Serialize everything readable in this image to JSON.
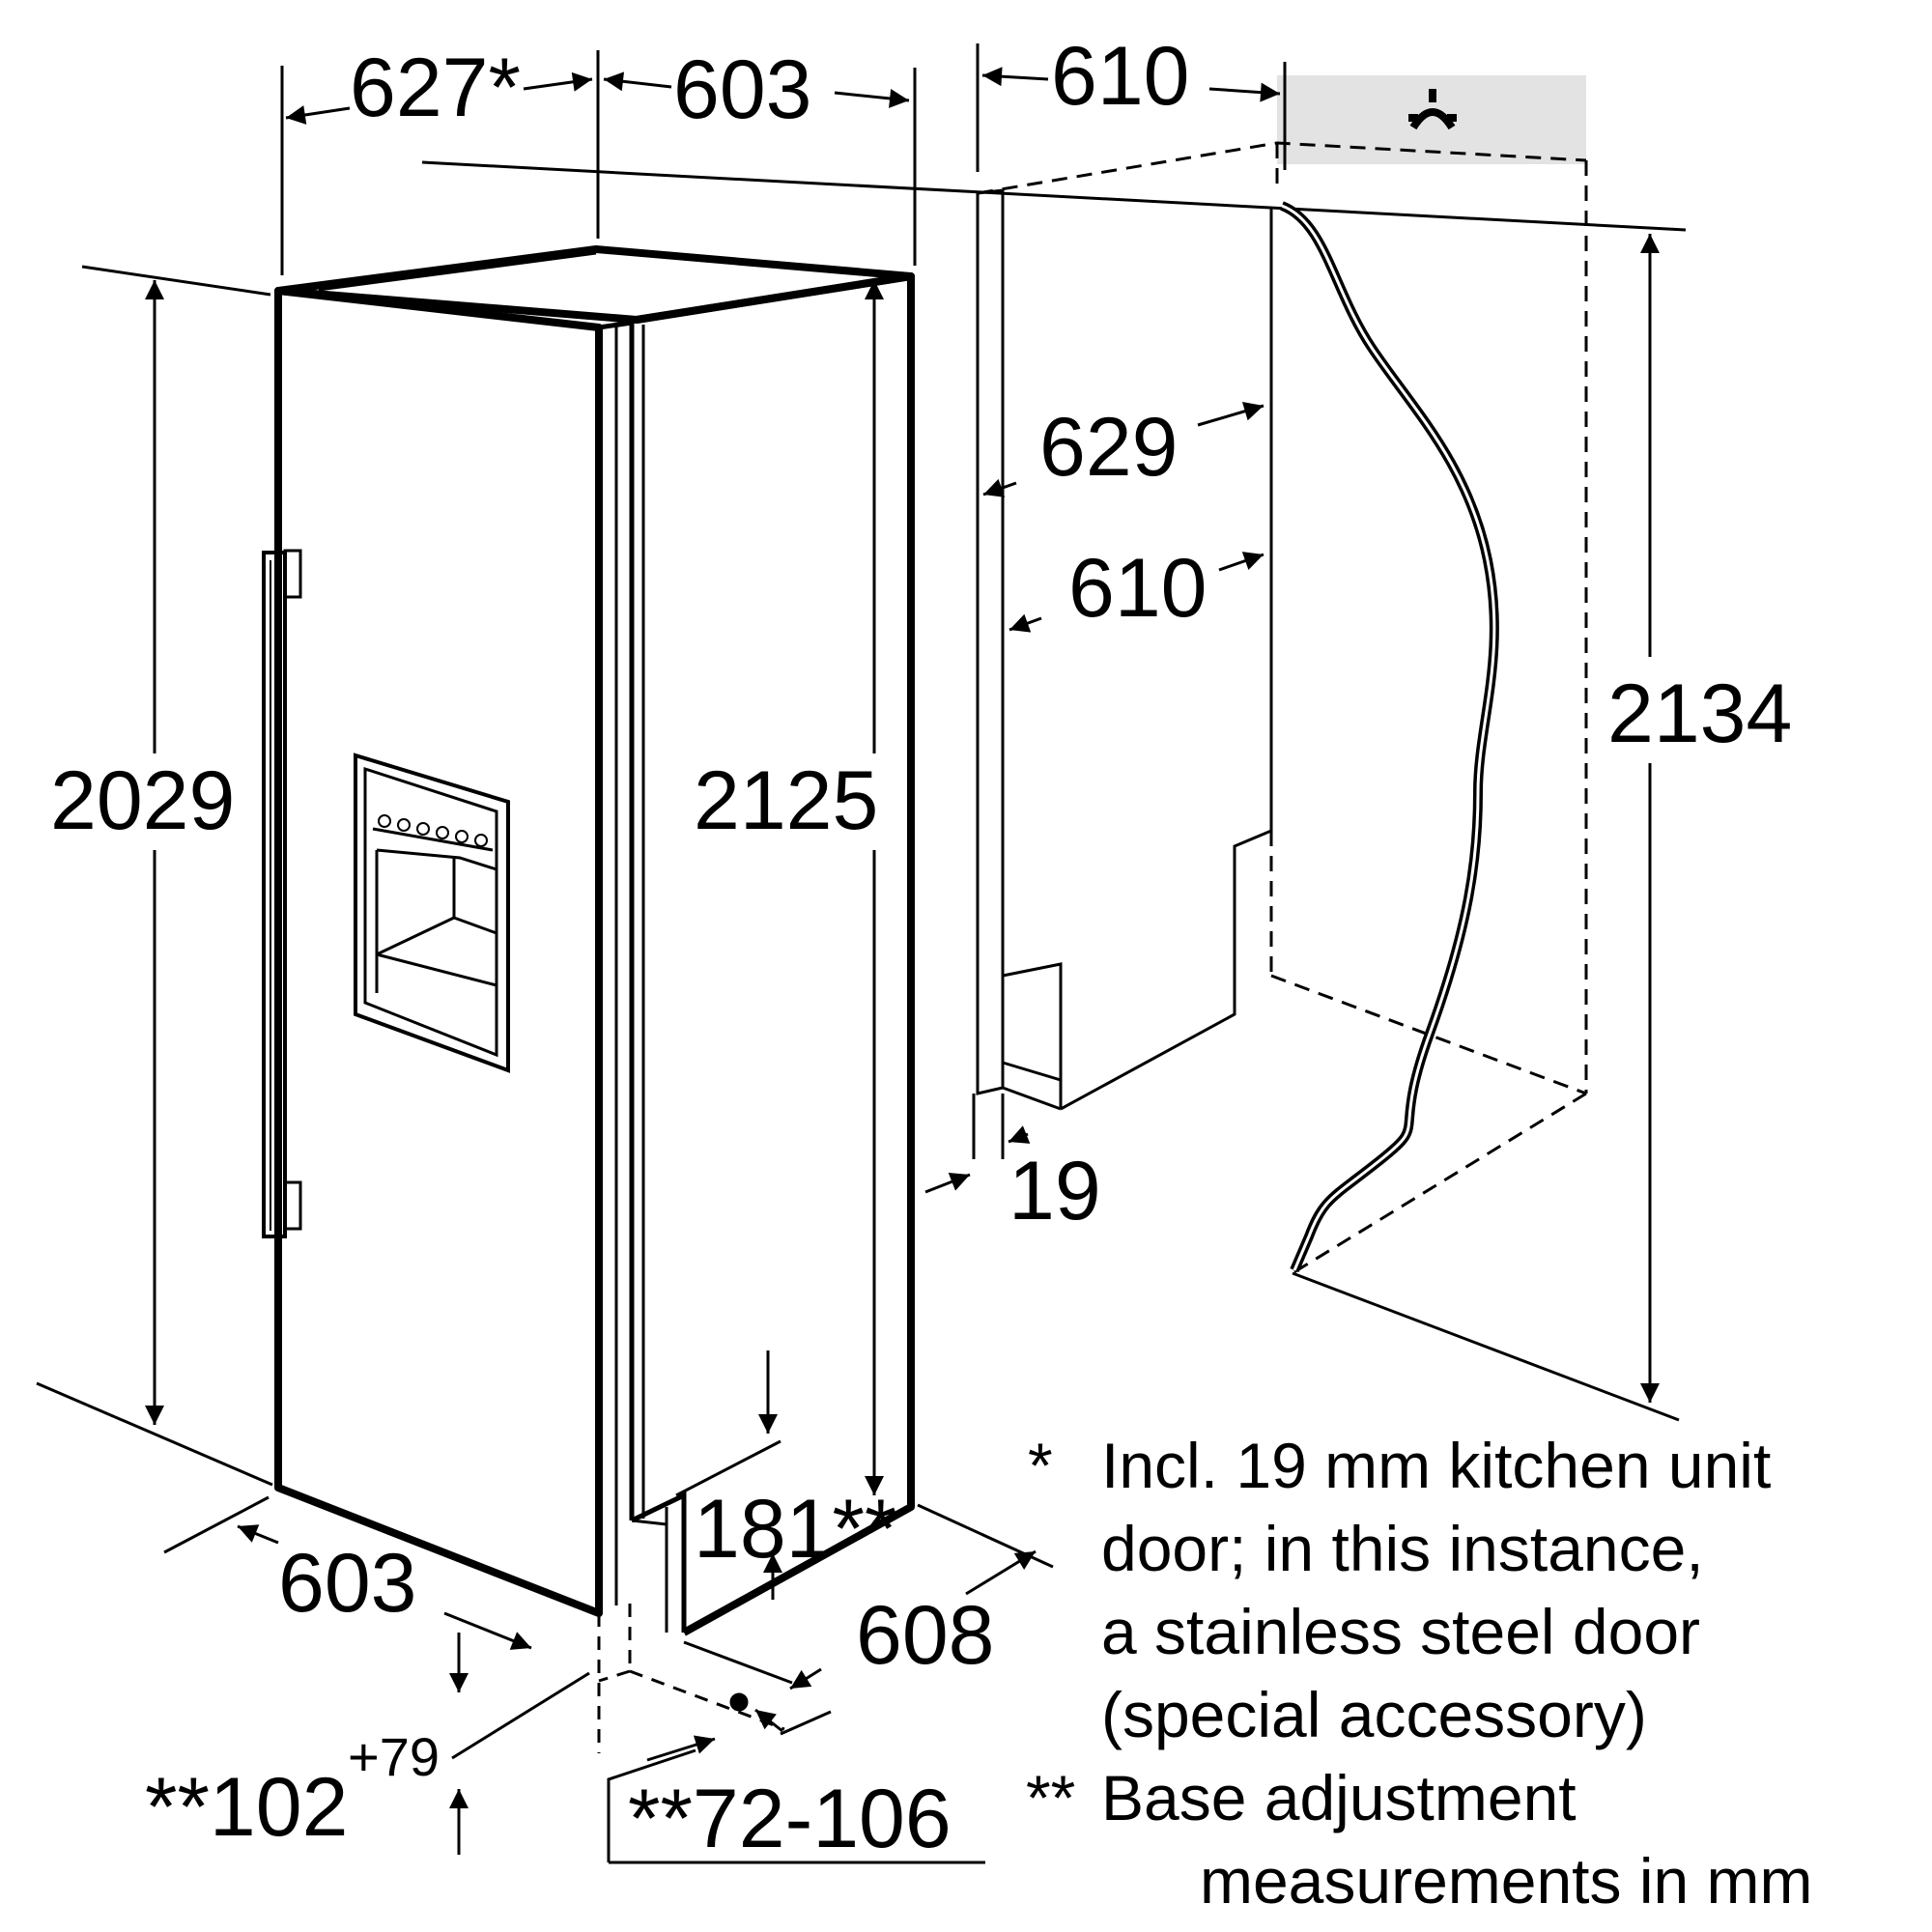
{
  "dimensions": {
    "top_left_width": "627*",
    "top_mid_width": "603",
    "top_niche_depth": "610",
    "height_left": "2029",
    "height_door": "2125",
    "height_niche": "2134",
    "niche_depth_outer": "629",
    "niche_depth_inner": "610",
    "door_thickness": "19",
    "bottom_width": "603",
    "bottom_depth": "608",
    "vent_height": "181**",
    "base_front_main": "**102",
    "base_front_sup": "+79",
    "base_side": "**72-106"
  },
  "notes": {
    "star_marker": "*",
    "star_lines": [
      "Incl. 19 mm kitchen unit",
      "door; in this instance,",
      "a stainless steel door",
      "(special accessory)"
    ],
    "dstar_marker": "**",
    "dstar_line": "Base adjustment",
    "units_line": "measurements in mm"
  },
  "colors": {
    "line": "#000000",
    "socket_fill": "#e3e3e3"
  }
}
